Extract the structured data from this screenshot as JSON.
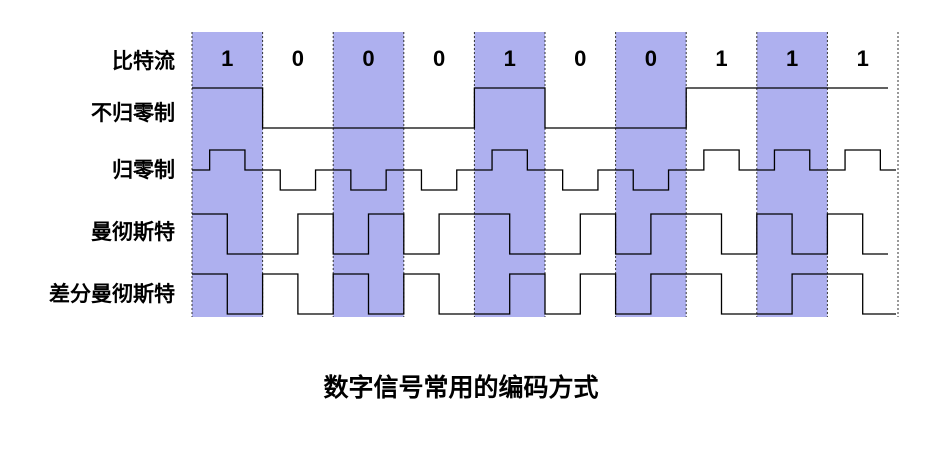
{
  "row_labels": {
    "bitstream": "比特流",
    "nrz": "不归零制",
    "rz": "归零制",
    "manchester": "曼彻斯特",
    "diff_manchester": "差分曼彻斯特"
  },
  "bits": [
    "1",
    "0",
    "0",
    "0",
    "1",
    "0",
    "0",
    "1",
    "1",
    "1"
  ],
  "caption": "数字信号常用的编码方式",
  "colors": {
    "highlight": "#aeb0ef",
    "line": "#000000",
    "divider": "#333333"
  }
}
